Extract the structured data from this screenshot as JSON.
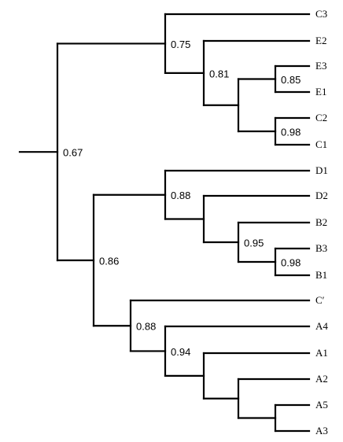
{
  "diagram_type": "phylogenetic tree (dendrogram)",
  "line_color": "#000000",
  "tree": {
    "id": "root",
    "support": "0.67",
    "children": [
      {
        "id": "c-e",
        "support": "0.75",
        "children": [
          {
            "id": "C3",
            "label": "C3"
          },
          {
            "id": "e-c",
            "support": "0.81",
            "children": [
              {
                "id": "E2",
                "label": "E2"
              },
              {
                "id": "ec-sub",
                "support": "",
                "children": [
                  {
                    "id": "e31",
                    "support": "0.85",
                    "children": [
                      {
                        "id": "E3",
                        "label": "E3"
                      },
                      {
                        "id": "E1",
                        "label": "E1"
                      }
                    ]
                  },
                  {
                    "id": "c21",
                    "support": "0.98",
                    "children": [
                      {
                        "id": "C2",
                        "label": "C2"
                      },
                      {
                        "id": "C1",
                        "label": "C1"
                      }
                    ]
                  }
                ]
              }
            ]
          }
        ]
      },
      {
        "id": "dba",
        "support": "0.86",
        "children": [
          {
            "id": "d-b",
            "support": "0.88",
            "children": [
              {
                "id": "D1",
                "label": "D1"
              },
              {
                "id": "d2b",
                "support": "",
                "children": [
                  {
                    "id": "D2",
                    "label": "D2"
                  },
                  {
                    "id": "b-group",
                    "support": "0.95",
                    "children": [
                      {
                        "id": "B2",
                        "label": "B2"
                      },
                      {
                        "id": "b31",
                        "support": "0.98",
                        "children": [
                          {
                            "id": "B3",
                            "label": "B3"
                          },
                          {
                            "id": "B1",
                            "label": "B1"
                          }
                        ]
                      }
                    ]
                  }
                ]
              }
            ]
          },
          {
            "id": "c-a",
            "support": "0.88",
            "children": [
              {
                "id": "Cp",
                "label": "C′"
              },
              {
                "id": "a-group",
                "support": "0.94",
                "children": [
                  {
                    "id": "A4",
                    "label": "A4"
                  },
                  {
                    "id": "a-sub",
                    "support": "",
                    "children": [
                      {
                        "id": "A1",
                        "label": "A1"
                      },
                      {
                        "id": "a-sub2",
                        "support": "",
                        "children": [
                          {
                            "id": "A2",
                            "label": "A2"
                          },
                          {
                            "id": "a53",
                            "support": "",
                            "children": [
                              {
                                "id": "A5",
                                "label": "A5"
                              },
                              {
                                "id": "A3",
                                "label": "A3"
                              }
                            ]
                          }
                        ]
                      }
                    ]
                  }
                ]
              }
            ]
          }
        ]
      }
    ]
  }
}
